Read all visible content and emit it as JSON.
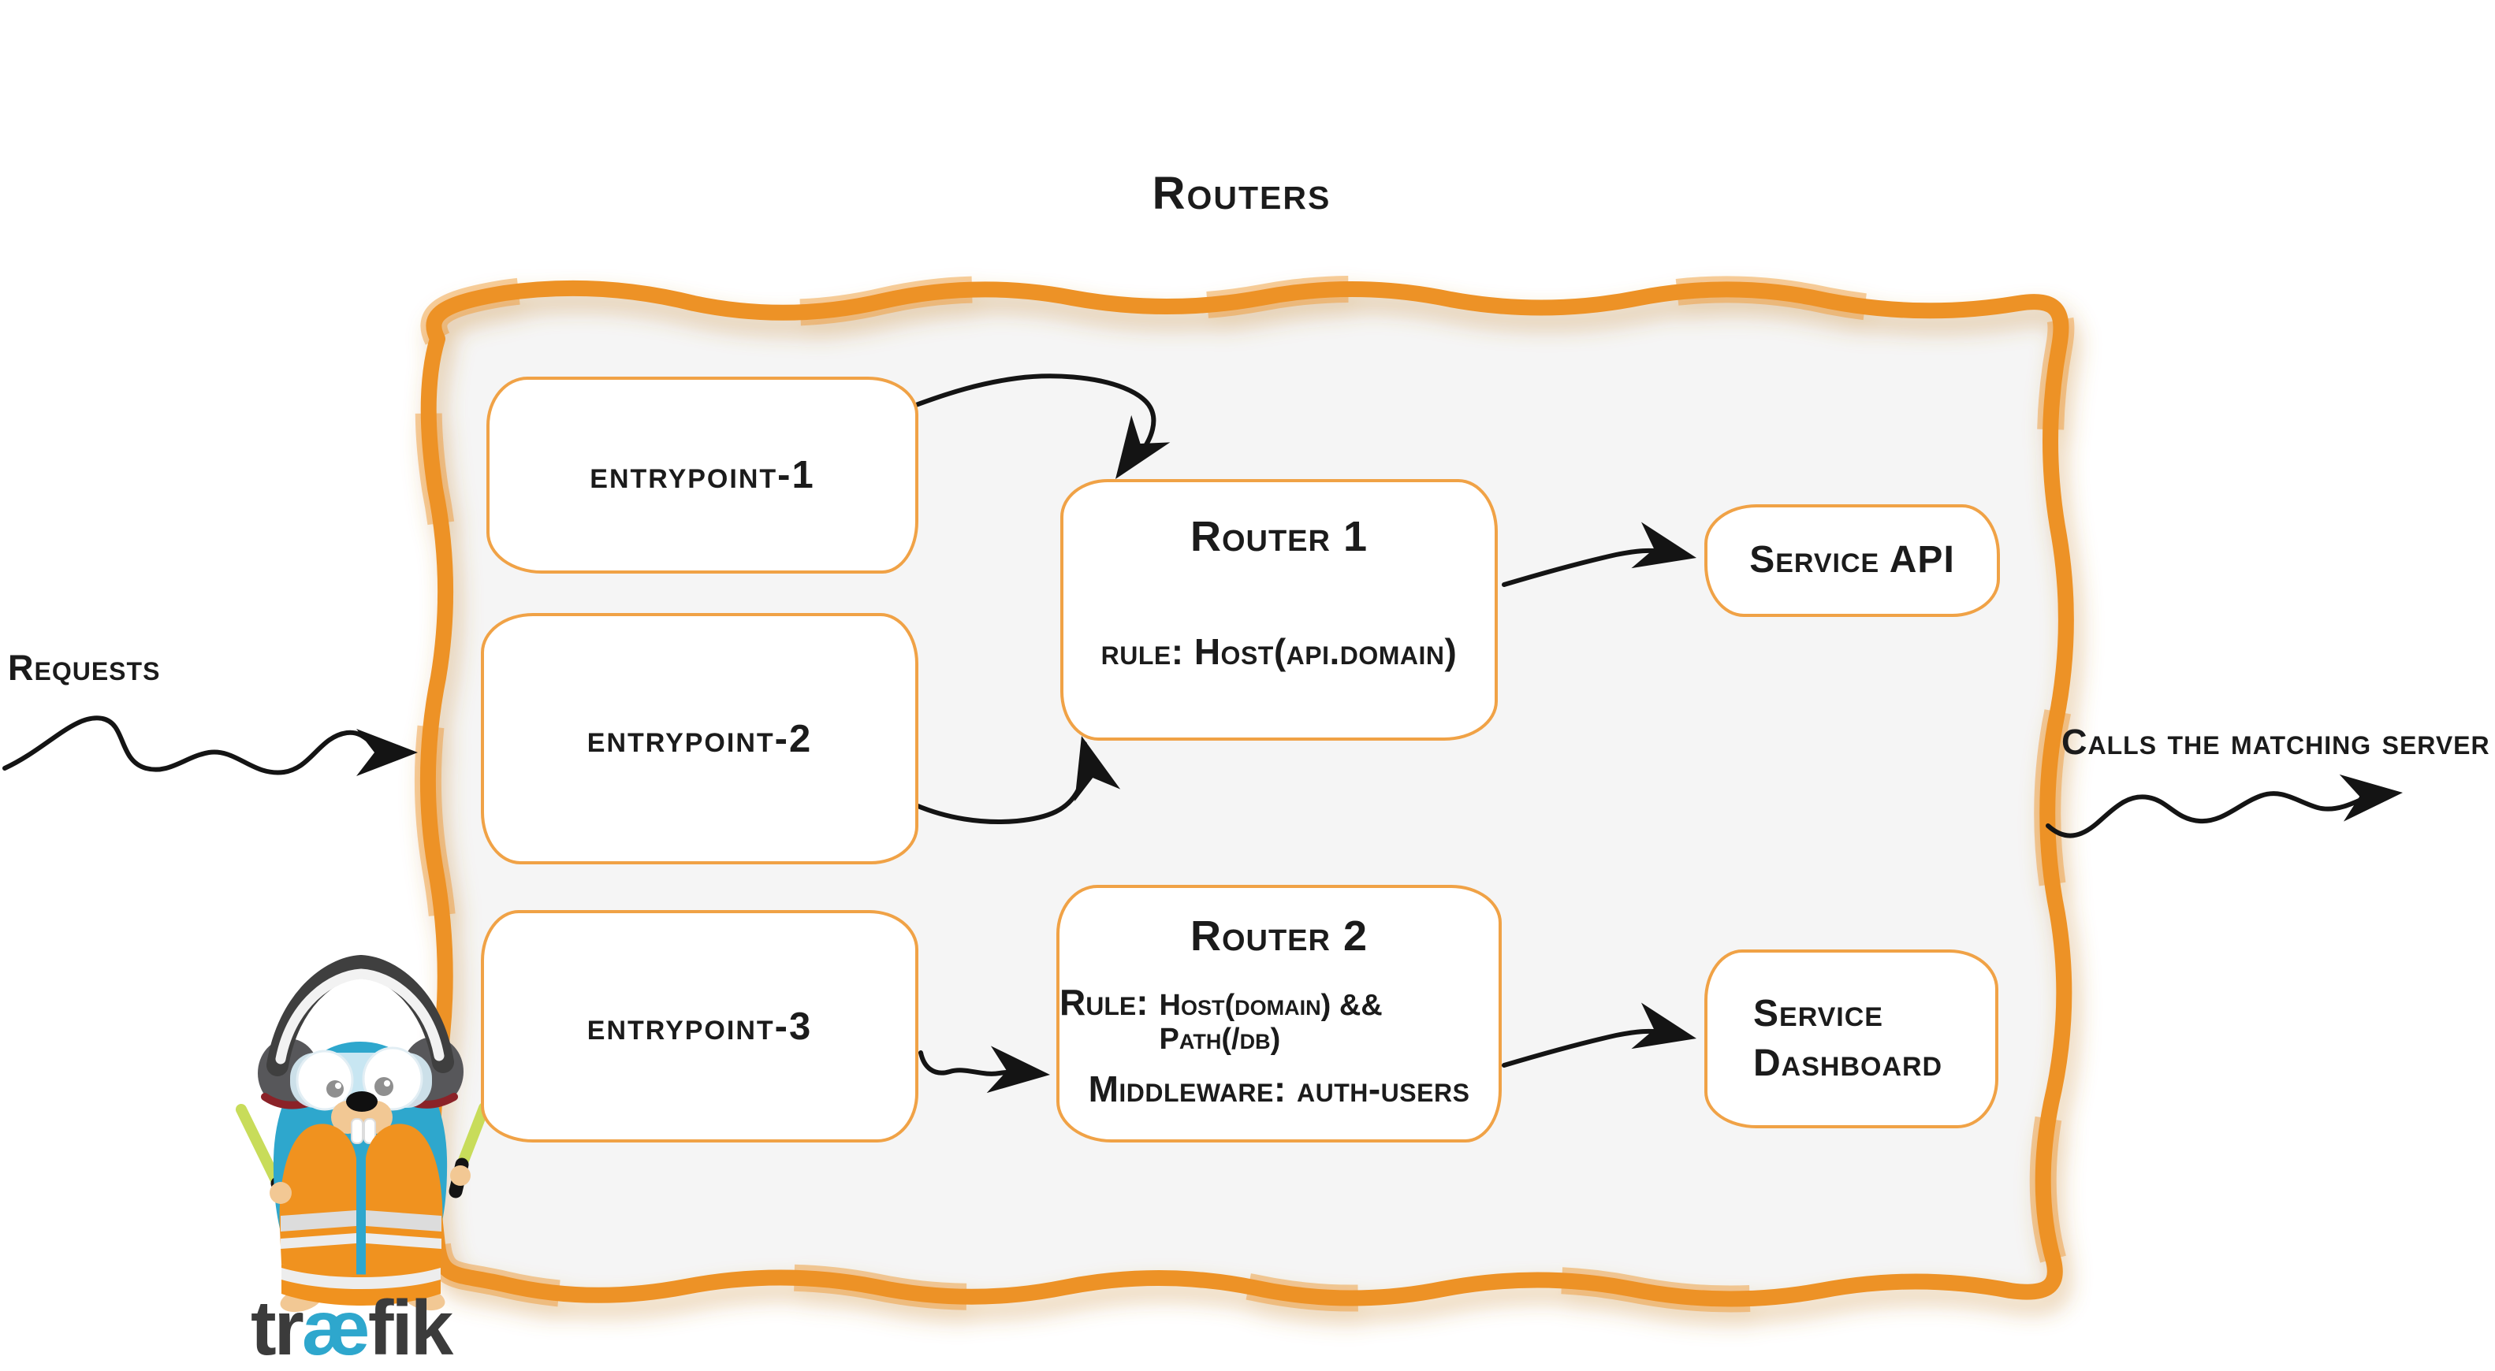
{
  "title": "Routers",
  "side_labels": {
    "requests": "Requests",
    "calls_server": "Calls the matching server"
  },
  "entrypoints": [
    {
      "label": "entrypoint-1"
    },
    {
      "label": "entrypoint-2"
    },
    {
      "label": "entrypoint-3"
    }
  ],
  "routers": [
    {
      "name": "Router 1",
      "rule": "rule: Host(api.domain)"
    },
    {
      "name": "Router 2",
      "rule_label": "Rule:",
      "rule_value": "Host(domain) && Path(/db)",
      "middleware": "Middleware: auth-users"
    }
  ],
  "services": [
    {
      "lines": [
        "Service API"
      ]
    },
    {
      "lines": [
        "Service",
        "Dashboard"
      ]
    }
  ],
  "brand": {
    "wordmark": {
      "pre": "tr",
      "ligature": "æ",
      "post": "fik"
    },
    "mascot_icon": "traefik-gopher-mascot"
  },
  "colors": {
    "border_orange": "#ED9227",
    "box_border_orange": "#F0A246",
    "panel_fill": "#F5F5F5",
    "ink": "#1B1B1B",
    "brand_blue": "#2EA7CD",
    "brand_dark": "#3B3B3B",
    "vest_orange": "#F0921F",
    "stick_green": "#C8DC5A",
    "headphone_gray": "#57575A",
    "headphone_red": "#8B2228",
    "skin_tan": "#F2C894"
  }
}
